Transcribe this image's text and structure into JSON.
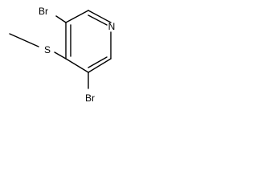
{
  "molecule": {
    "atoms": {
      "br_top": "Br",
      "n": "N",
      "s": "S",
      "br_bottom": "Br"
    }
  }
}
